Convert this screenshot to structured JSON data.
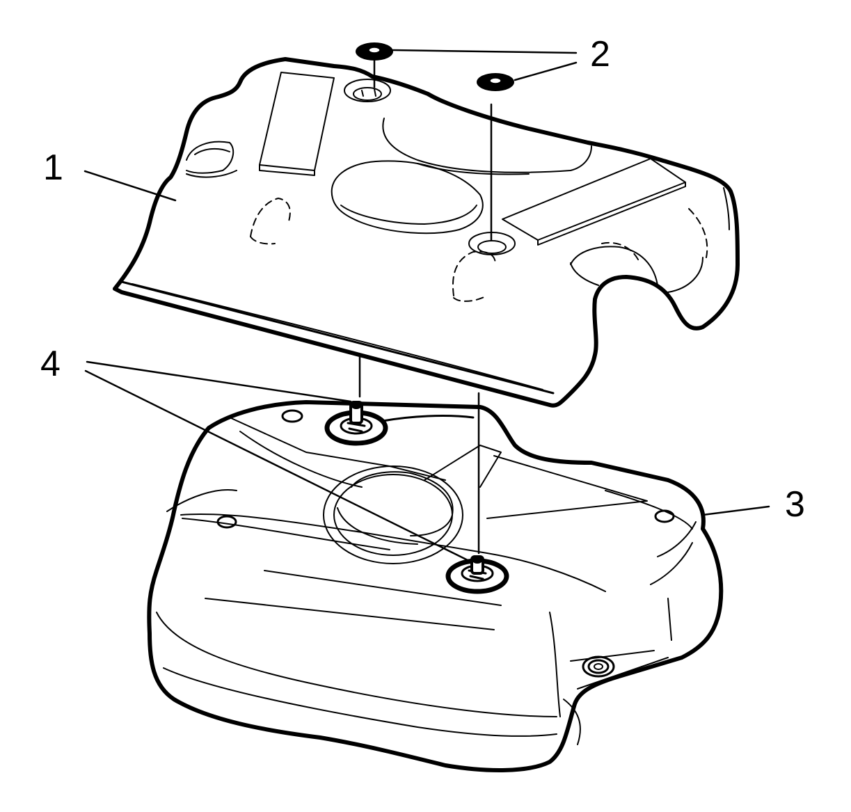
{
  "callouts": [
    {
      "id": "engine-cover",
      "label": "1"
    },
    {
      "id": "cover-grommets",
      "label": "2"
    },
    {
      "id": "intake-manifold",
      "label": "3"
    },
    {
      "id": "mounting-studs",
      "label": "4"
    }
  ]
}
